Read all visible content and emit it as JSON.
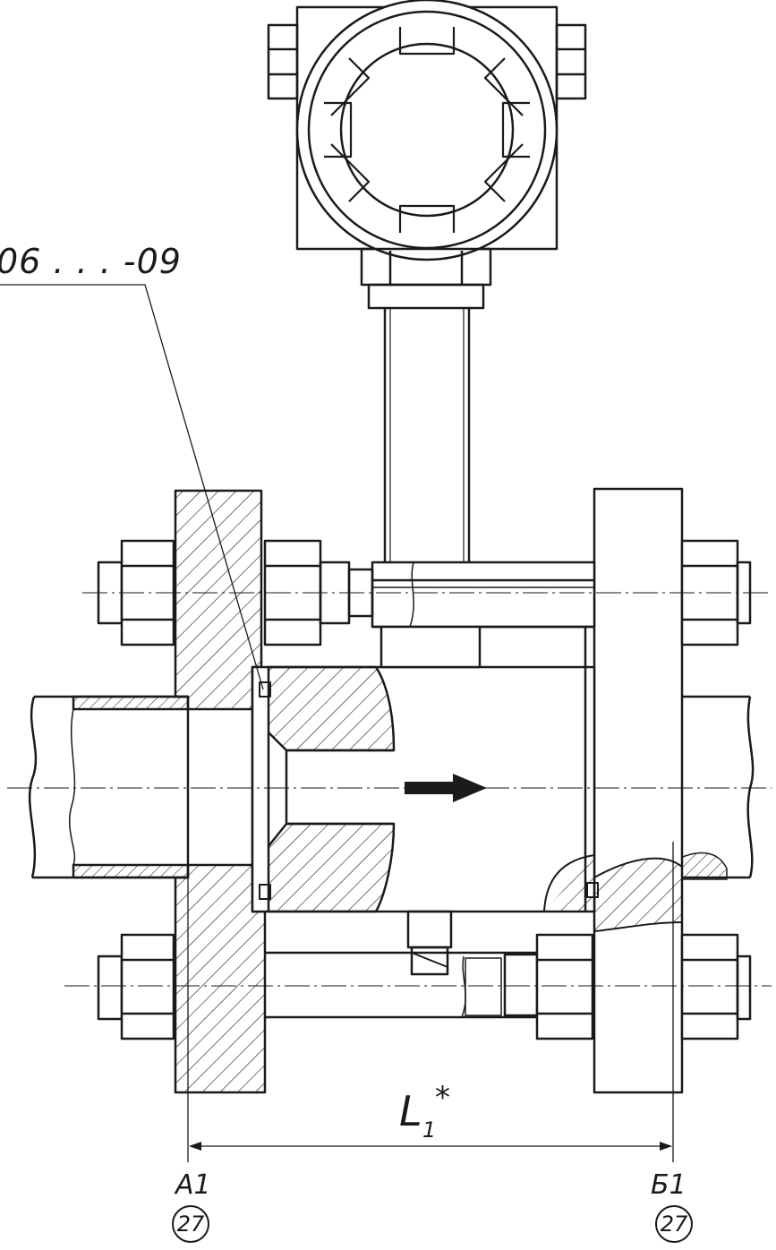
{
  "drawing": {
    "callout_text": "06 . . . -09",
    "dimension": {
      "symbol": "L",
      "subscript": "1",
      "mark": "*"
    },
    "sections": [
      {
        "name": "А1",
        "sheet": "27"
      },
      {
        "name": "Б1",
        "sheet": "27"
      }
    ]
  },
  "colors": {
    "line": "#1a1a1a",
    "paper": "#ffffff"
  }
}
